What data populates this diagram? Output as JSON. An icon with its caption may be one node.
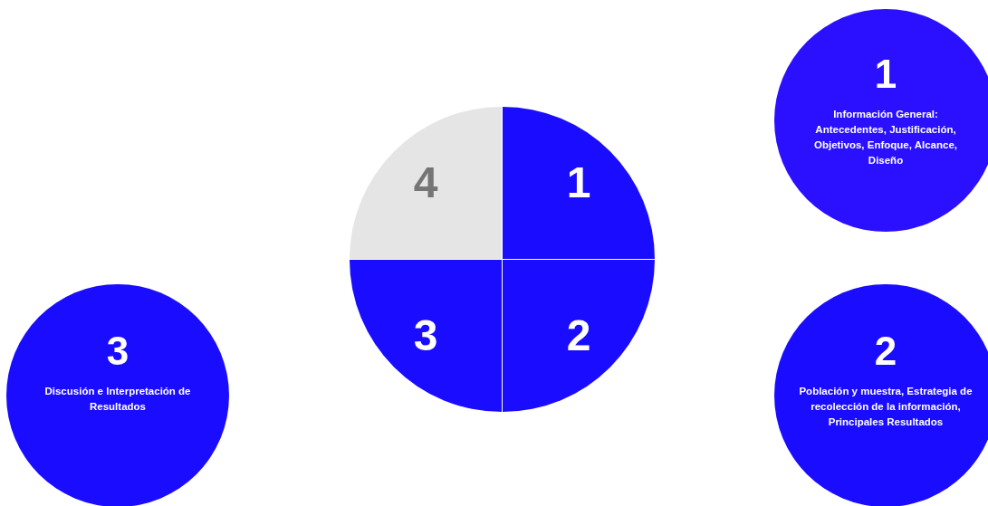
{
  "diagram": {
    "nodes": [
      {
        "text": [
          "1"
        ]
      },
      {
        "text": [
          "2"
        ]
      },
      {
        "text": [
          "3"
        ]
      },
      {
        "text": [
          "4"
        ]
      },
      {
        "text": [
          "1",
          "Información General: Antecedentes, Justificación, Objetivos, Enfoque, Alcance, Diseño"
        ]
      },
      {
        "text": [
          "2",
          "Población y muestra, Estrategia de recolección de la información, Principales Resultados"
        ]
      },
      {
        "text": [
          "3",
          "Discusión e Interpretación de Resultados"
        ]
      }
    ]
  }
}
